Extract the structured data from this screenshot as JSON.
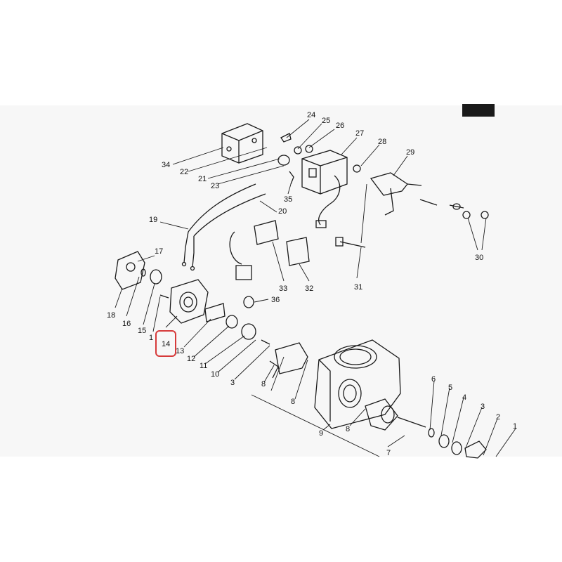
{
  "diagram": {
    "highlight_color": "#d63a3a",
    "highlighted_label": "14",
    "callouts": [
      {
        "id": "1",
        "text": "1"
      },
      {
        "id": "1b",
        "text": "1"
      },
      {
        "id": "2",
        "text": "2"
      },
      {
        "id": "3",
        "text": "3"
      },
      {
        "id": "3b",
        "text": "3"
      },
      {
        "id": "4",
        "text": "4"
      },
      {
        "id": "5",
        "text": "5"
      },
      {
        "id": "6",
        "text": "6"
      },
      {
        "id": "7",
        "text": "7"
      },
      {
        "id": "8",
        "text": "8"
      },
      {
        "id": "8b",
        "text": "8"
      },
      {
        "id": "8c",
        "text": "8"
      },
      {
        "id": "9",
        "text": "9"
      },
      {
        "id": "10",
        "text": "10"
      },
      {
        "id": "11",
        "text": "11"
      },
      {
        "id": "12",
        "text": "12"
      },
      {
        "id": "13",
        "text": "13"
      },
      {
        "id": "14",
        "text": "14"
      },
      {
        "id": "15",
        "text": "15"
      },
      {
        "id": "16",
        "text": "16"
      },
      {
        "id": "17",
        "text": "17"
      },
      {
        "id": "18",
        "text": "18"
      },
      {
        "id": "19",
        "text": "19"
      },
      {
        "id": "20",
        "text": "20"
      },
      {
        "id": "21",
        "text": "21"
      },
      {
        "id": "22",
        "text": "22"
      },
      {
        "id": "23",
        "text": "23"
      },
      {
        "id": "24",
        "text": "24"
      },
      {
        "id": "25",
        "text": "25"
      },
      {
        "id": "26",
        "text": "26"
      },
      {
        "id": "27",
        "text": "27"
      },
      {
        "id": "28",
        "text": "28"
      },
      {
        "id": "29",
        "text": "29"
      },
      {
        "id": "30",
        "text": "30"
      },
      {
        "id": "31",
        "text": "31"
      },
      {
        "id": "32",
        "text": "32"
      },
      {
        "id": "33",
        "text": "33"
      },
      {
        "id": "34",
        "text": "34"
      },
      {
        "id": "35",
        "text": "35"
      },
      {
        "id": "36",
        "text": "36"
      }
    ]
  }
}
